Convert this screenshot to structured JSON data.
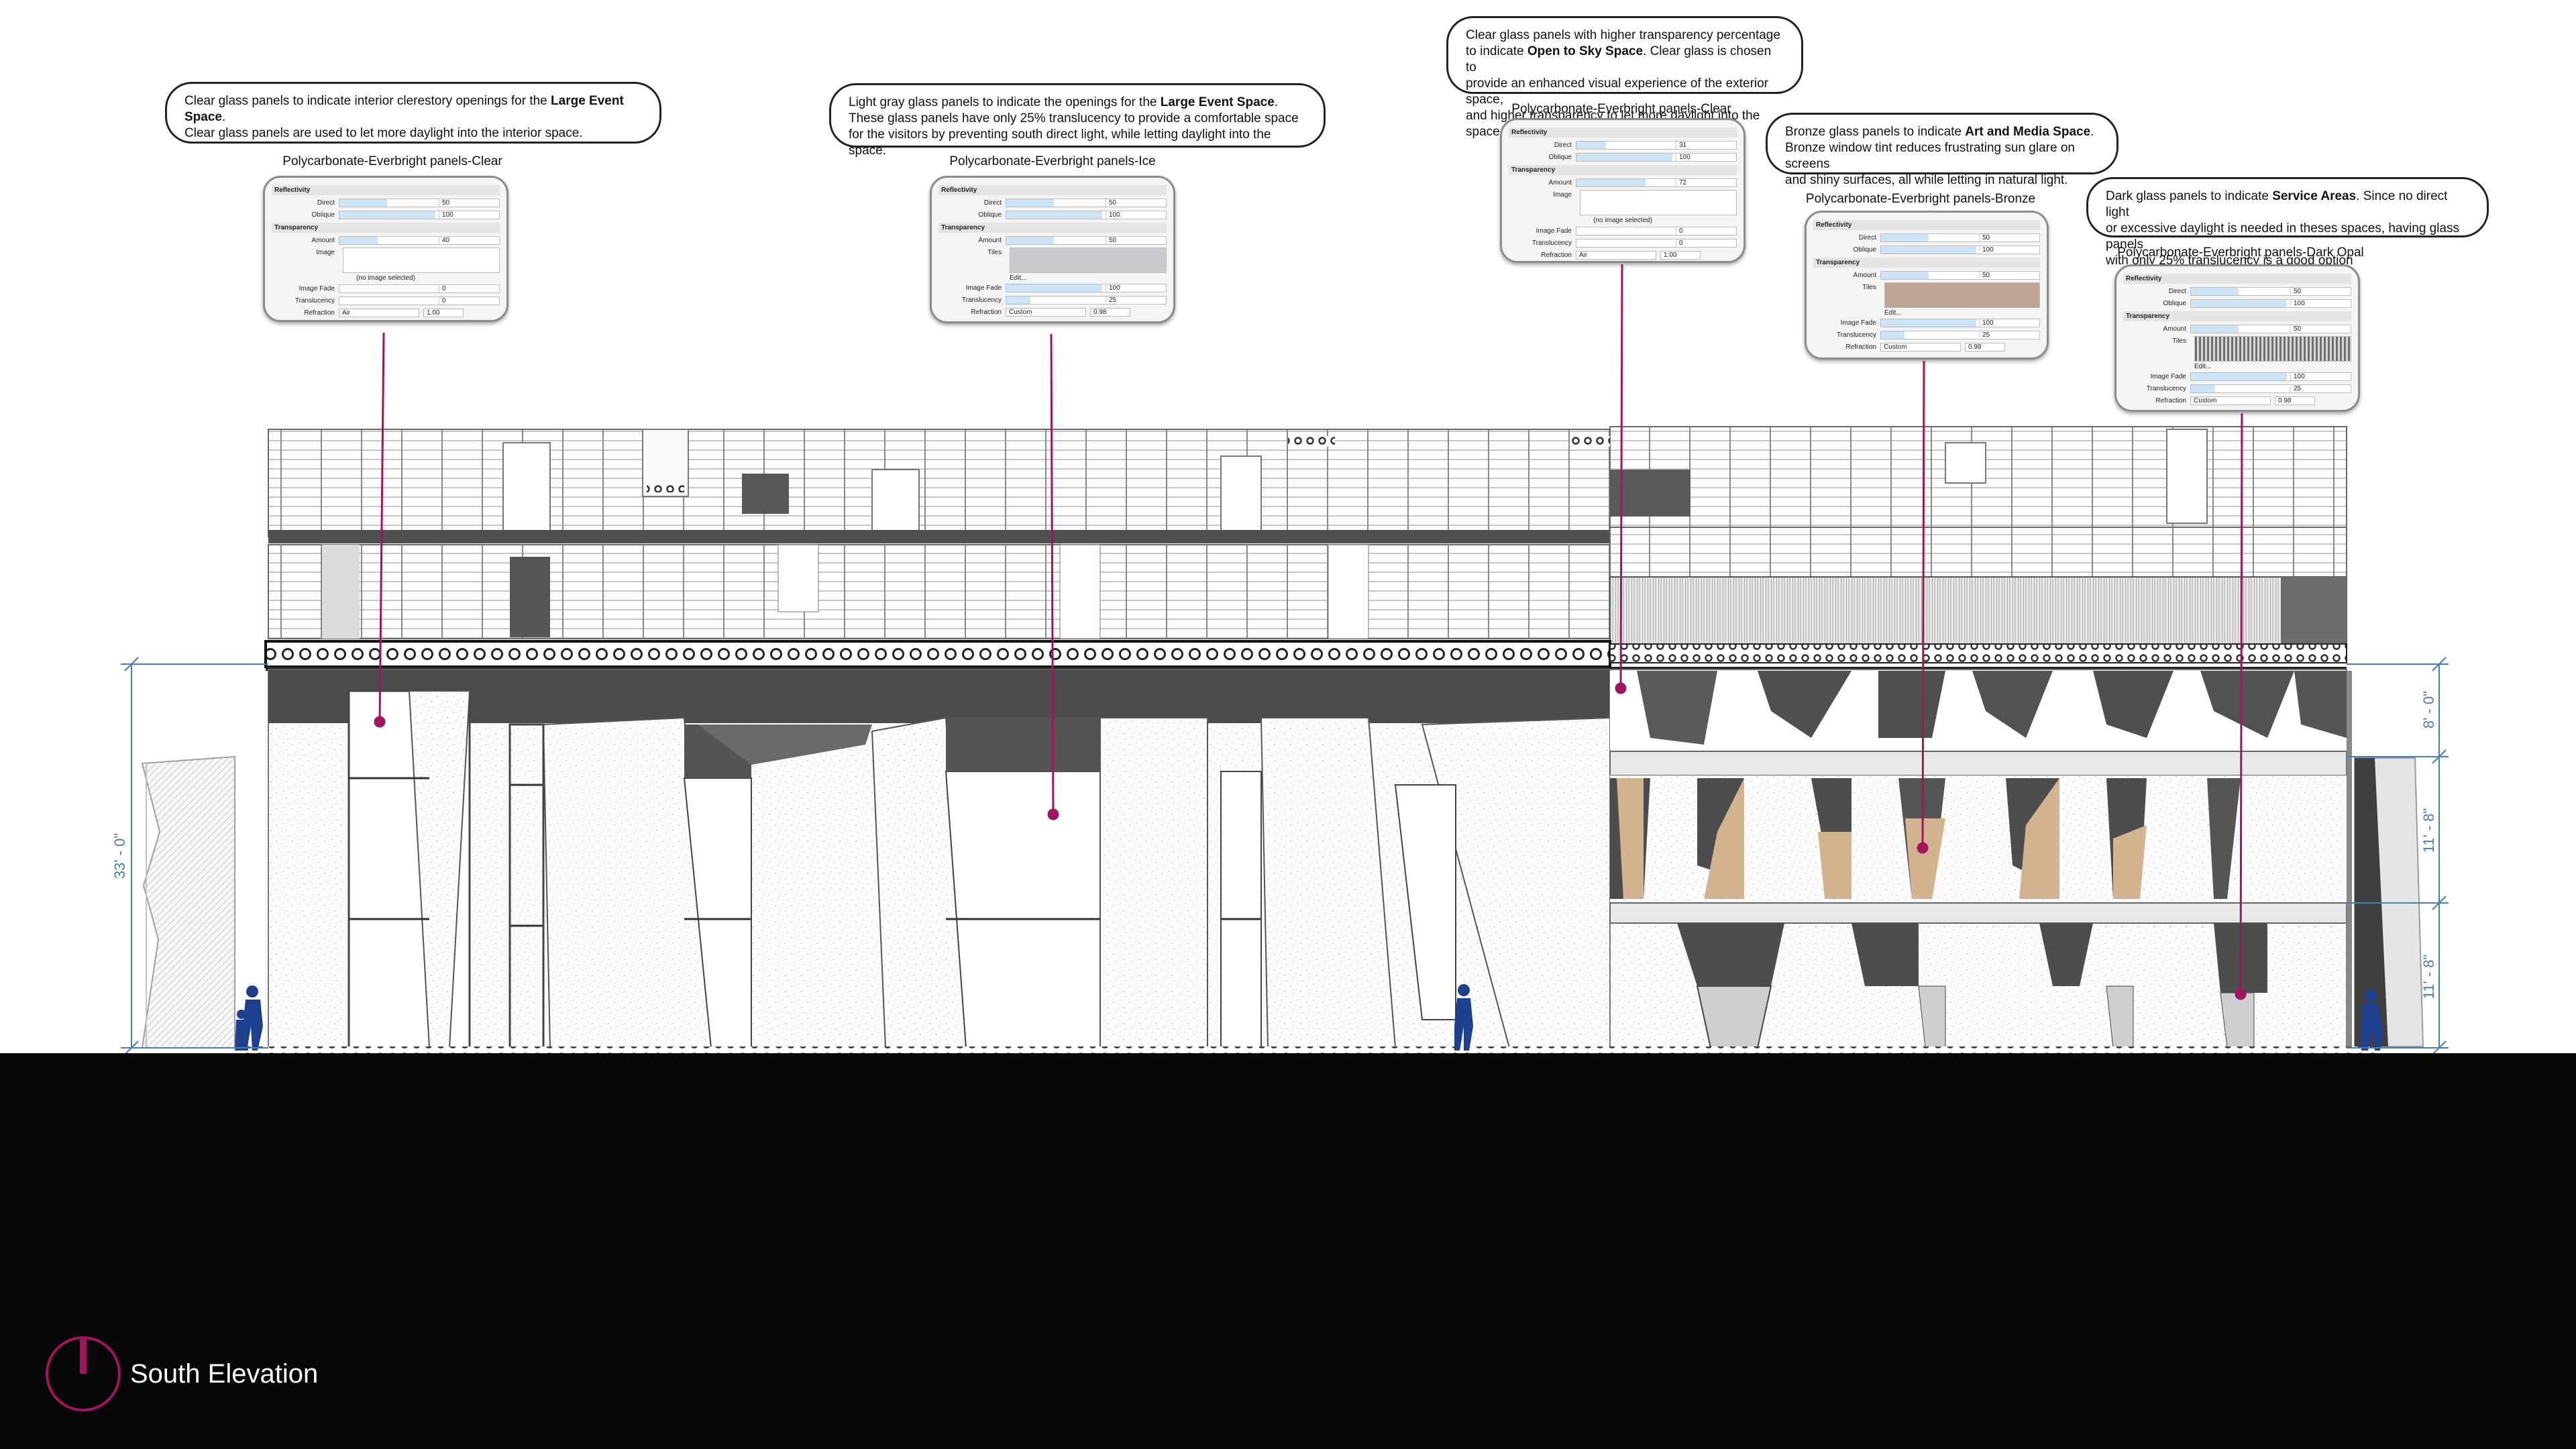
{
  "callouts": [
    {
      "id": "c1",
      "lines": [
        [
          {
            "t": "Clear glass panels to indicate interior clerestory openings for the "
          },
          {
            "t": "Large Event Space",
            "b": true
          },
          {
            "t": "."
          }
        ],
        [
          {
            "t": "Clear glass panels are used to let more daylight into the interior space."
          }
        ]
      ]
    },
    {
      "id": "c2",
      "lines": [
        [
          {
            "t": "Light gray  glass panels to indicate the openings for the "
          },
          {
            "t": "Large Event Space",
            "b": true
          },
          {
            "t": "."
          }
        ],
        [
          {
            "t": "These glass panels have only 25% translucency to provide a comfortable space"
          }
        ],
        [
          {
            "t": "for the visitors by preventing south direct light, while letting daylight into the space."
          }
        ]
      ]
    },
    {
      "id": "c3",
      "lines": [
        [
          {
            "t": "Clear glass panels with higher transparency percentage"
          }
        ],
        [
          {
            "t": "to indicate "
          },
          {
            "t": "Open to Sky Space",
            "b": true
          },
          {
            "t": ". Clear glass is chosen  to"
          }
        ],
        [
          {
            "t": "provide an enhanced visual experience of the exterior space,"
          }
        ],
        [
          {
            "t": "and higher transparency to let more daylight into the space."
          }
        ]
      ]
    },
    {
      "id": "c4",
      "lines": [
        [
          {
            "t": "Bronze glass panels to indicate "
          },
          {
            "t": "Art and Media Space",
            "b": true
          },
          {
            "t": "."
          }
        ],
        [
          {
            "t": "Bronze window tint reduces frustrating sun glare on screens"
          }
        ],
        [
          {
            "t": "and shiny surfaces, all while letting in natural light."
          }
        ]
      ]
    },
    {
      "id": "c5",
      "lines": [
        [
          {
            "t": "Dark glass panels to indicate "
          },
          {
            "t": "Service Areas",
            "b": true
          },
          {
            "t": ". Since no direct light"
          }
        ],
        [
          {
            "t": "or  excessive daylight is needed in theses spaces, having glass panels"
          }
        ],
        [
          {
            "t": "with only  25% translucency is a good option"
          }
        ]
      ]
    }
  ],
  "materials": [
    {
      "title": "Polycarbonate-Everbright panels-Clear",
      "reflectivity": "Reflectivity",
      "direct_label": "Direct",
      "direct": "50",
      "oblique_label": "Oblique",
      "oblique": "100",
      "transparency": "Transparency",
      "amount_label": "Amount",
      "amount": "40",
      "image_label": "Image",
      "image_note": "(no image selected)",
      "fade_label": "Image Fade",
      "fade": "0",
      "transl_label": "Translucency",
      "transl": "0",
      "refr_label": "Refraction",
      "refr_mode": "Air",
      "refr": "1.00",
      "swatch": "#ffffff",
      "tiles": false
    },
    {
      "title": "Polycarbonate-Everbright panels-Ice",
      "reflectivity": "Reflectivity",
      "direct_label": "Direct",
      "direct": "50",
      "oblique_label": "Oblique",
      "oblique": "100",
      "transparency": "Transparency",
      "amount_label": "Amount",
      "amount": "50",
      "image_label": "Tiles",
      "image_note": "Edit...",
      "fade_label": "Image Fade",
      "fade": "100",
      "transl_label": "Translucency",
      "transl": "25",
      "refr_label": "Refraction",
      "refr_mode": "Custom",
      "refr": "0.98",
      "swatch": "#c9cacd",
      "tiles": true
    },
    {
      "title": "Polycarbonate-Everbright panels-Clear",
      "reflectivity": "Reflectivity",
      "direct_label": "Direct",
      "direct": "31",
      "oblique_label": "Oblique",
      "oblique": "100",
      "transparency": "Transparency",
      "amount_label": "Amount",
      "amount": "72",
      "image_label": "Image",
      "image_note": "(no image selected)",
      "fade_label": "Image Fade",
      "fade": "0",
      "transl_label": "Translucency",
      "transl": "0",
      "refr_label": "Refraction",
      "refr_mode": "Air",
      "refr": "1.00",
      "swatch": "#ffffff",
      "tiles": false
    },
    {
      "title": "Polycarbonate-Everbright panels-Bronze",
      "reflectivity": "Reflectivity",
      "direct_label": "Direct",
      "direct": "50",
      "oblique_label": "Oblique",
      "oblique": "100",
      "transparency": "Transparency",
      "amount_label": "Amount",
      "amount": "50",
      "image_label": "Tiles",
      "image_note": "Edit...",
      "fade_label": "Image Fade",
      "fade": "100",
      "transl_label": "Translucency",
      "transl": "25",
      "refr_label": "Refraction",
      "refr_mode": "Custom",
      "refr": "0.98",
      "swatch": "#c0a493",
      "tiles": true
    },
    {
      "title": "Polycarbonate-Everbright panels-Dark Opal",
      "reflectivity": "Reflectivity",
      "direct_label": "Direct",
      "direct": "50",
      "oblique_label": "Oblique",
      "oblique": "100",
      "transparency": "Transparency",
      "amount_label": "Amount",
      "amount": "50",
      "image_label": "Tiles",
      "image_note": "Edit...",
      "fade_label": "Image Fade",
      "fade": "100",
      "transl_label": "Translucency",
      "transl": "25",
      "refr_label": "Refraction",
      "refr_mode": "Custom",
      "refr": "0.98",
      "swatch": "#8f8f8f",
      "tiles": true,
      "striped": true
    }
  ],
  "dimensions": {
    "overall": "33' - 0\"",
    "upper": "8' - 0\"",
    "middle": "11' - 8\"",
    "lower": "11' - 8\""
  },
  "view_title": "South Elevation",
  "colors": {
    "accent": "#a0155f",
    "dimension": "#4a7bb5",
    "figure": "#1e3f8e",
    "bronze": "#d4b490",
    "shadow": "#4d4d4d",
    "ground": "#070707"
  }
}
